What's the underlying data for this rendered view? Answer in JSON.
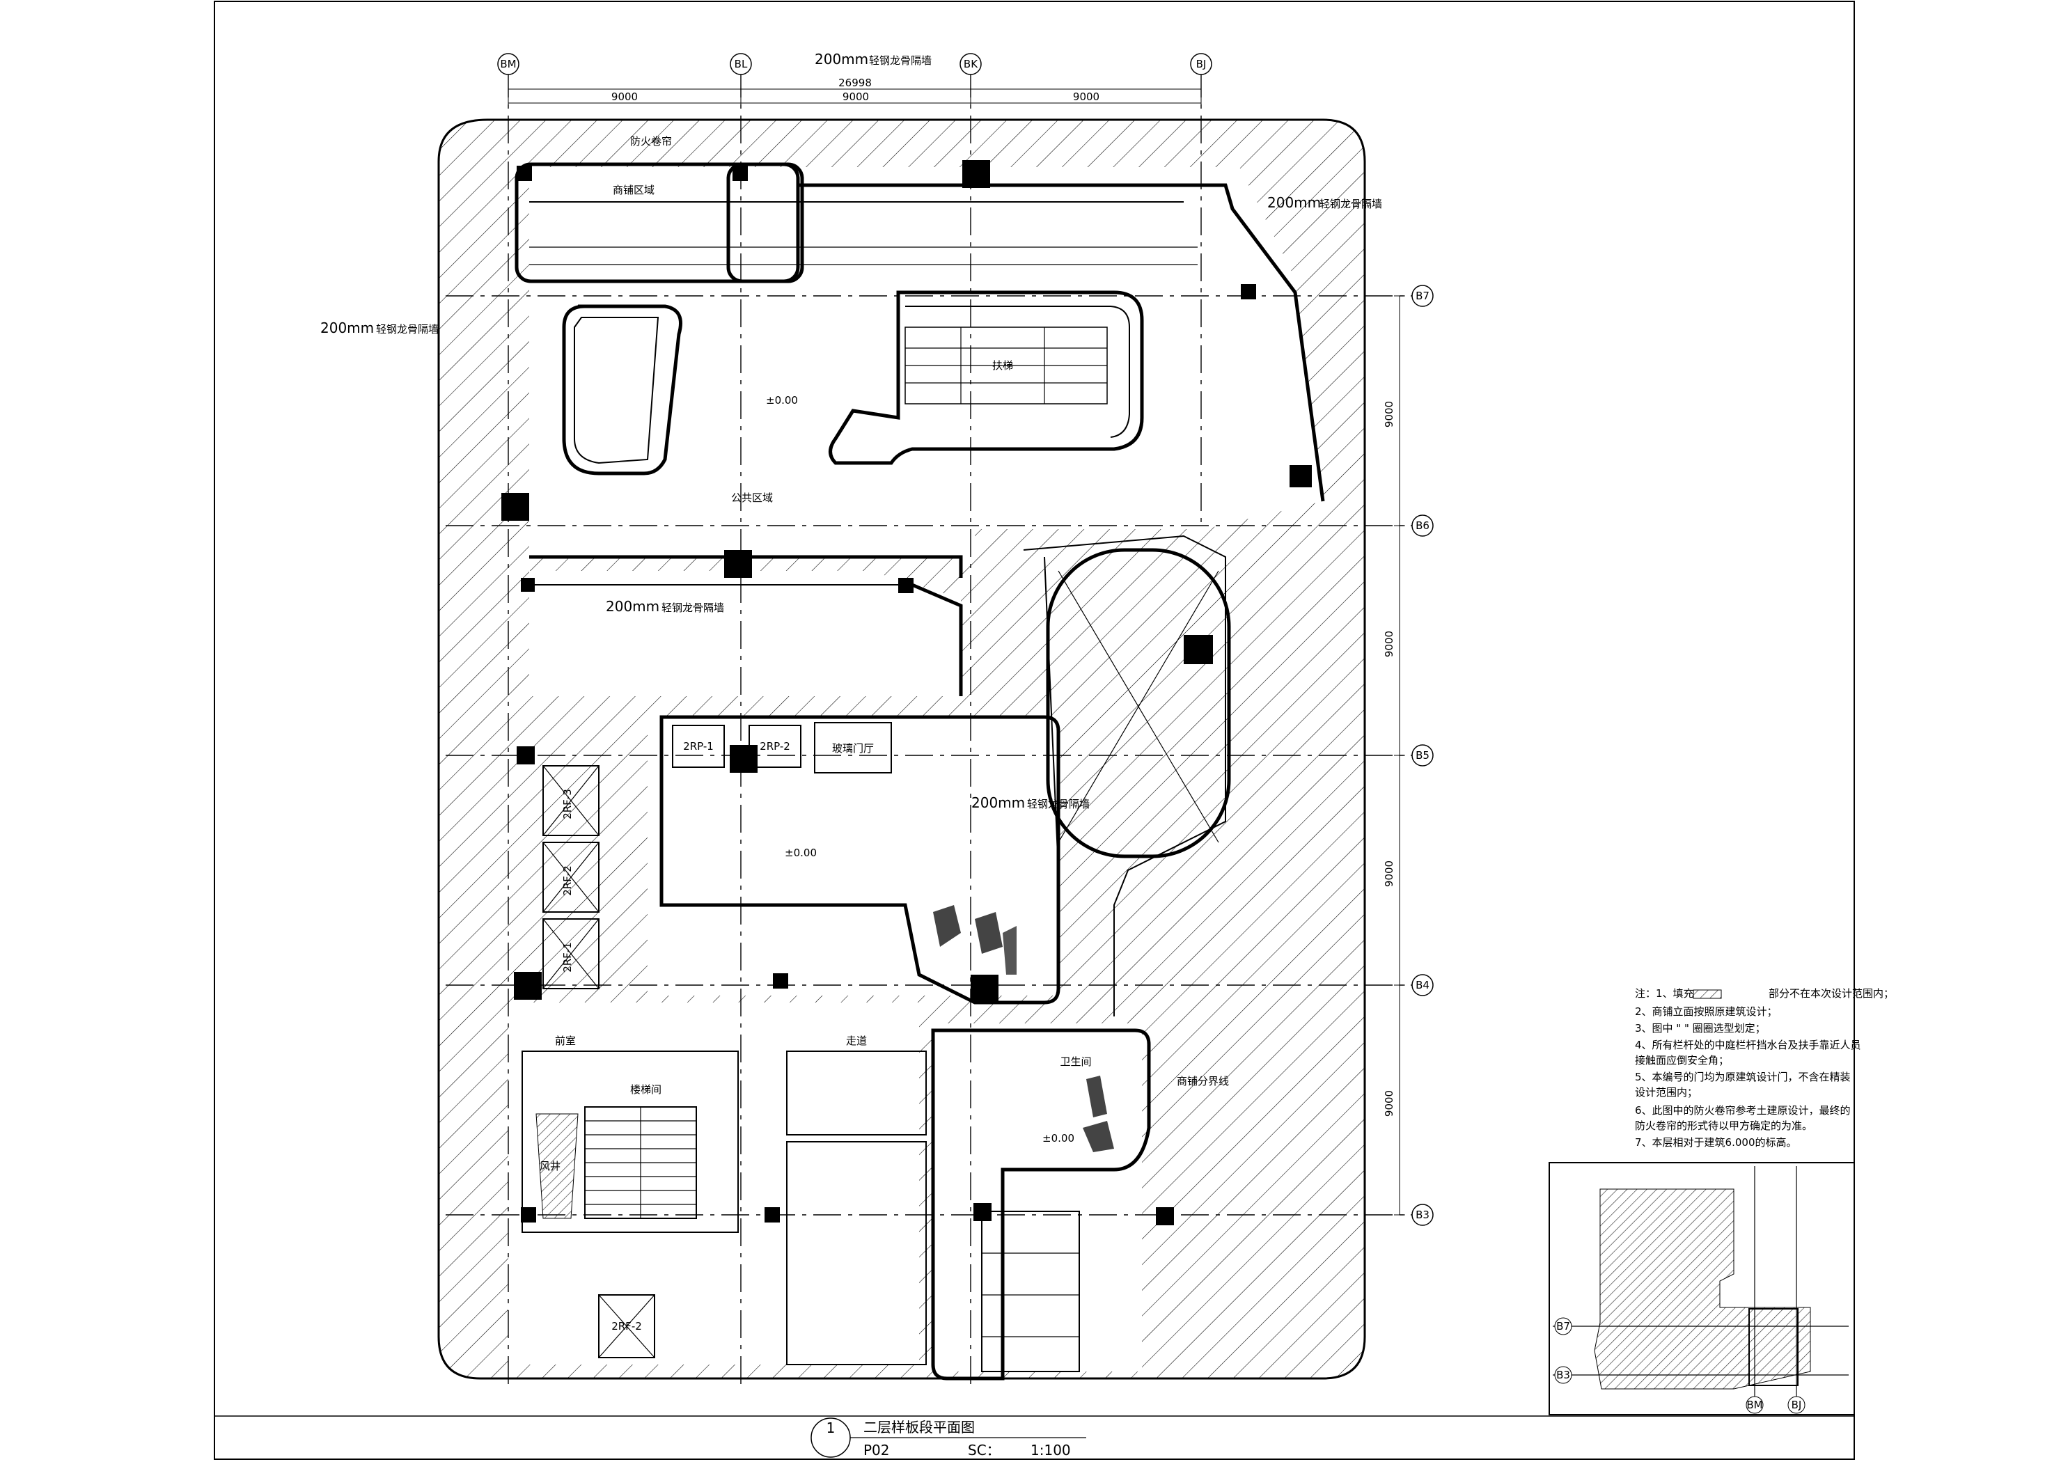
{
  "sheet": {
    "title": "二层样板段平面图",
    "drawing_no": "1",
    "sheet_ref": "P02",
    "scale_label": "SC：",
    "scale_value": "1:100"
  },
  "grid_labels": {
    "top": [
      "BM",
      "BL",
      "BK",
      "BJ"
    ],
    "right": [
      "B7",
      "B6",
      "B5",
      "B4",
      "B3"
    ]
  },
  "dimensions": {
    "overall_top": "26998",
    "top_bays": [
      "9000",
      "9000",
      "9000"
    ],
    "right_bays": [
      "9000",
      "9000",
      "9000",
      "9000"
    ],
    "level_mark": "±0.00"
  },
  "annotations": {
    "partition_200": "200mm",
    "partition_200_text": "轻钢龙骨隔墙",
    "fire_shutter": "防火卷帘",
    "escalator": "扶梯",
    "fire_stair": "风井",
    "stair_label": "楼梯间",
    "corridor": "走道",
    "front_room": "前室",
    "shop_boundary": "商铺分界线",
    "lift_1": "2RP-1",
    "lift_2": "2RP-2",
    "lift_core_1": "2RF-1",
    "lift_core_2": "2RF-2",
    "lift_core_3": "2RF-3",
    "lift_core_2b": "2RF-2",
    "glass_room": "玻璃门厅",
    "toilet_area": "卫生间",
    "public_area": "公共区域",
    "retail": "商铺区域"
  },
  "notes": {
    "header": "注：1、填充",
    "hatch_desc": "部分不在本次设计范围内；",
    "items": [
      "2、商铺立面按照原建筑设计；",
      "3、图中 \" \" 圈圈选型划定；",
      "4、所有栏杆处的中庭栏杆挡水台及扶手靠近人员",
      "   接触面应倒安全角；",
      "5、本编号的门均为原建筑设计门，不含在精装",
      "   设计范围内；",
      "6、此图中的防火卷帘参考土建原设计，最终的",
      "   防火卷帘的形式待以甲方确定的为准。",
      "7、本层相对于建筑6.000的标高。"
    ]
  },
  "key_plan": {
    "labels": [
      "B7",
      "B3",
      "BM",
      "BJ"
    ]
  }
}
